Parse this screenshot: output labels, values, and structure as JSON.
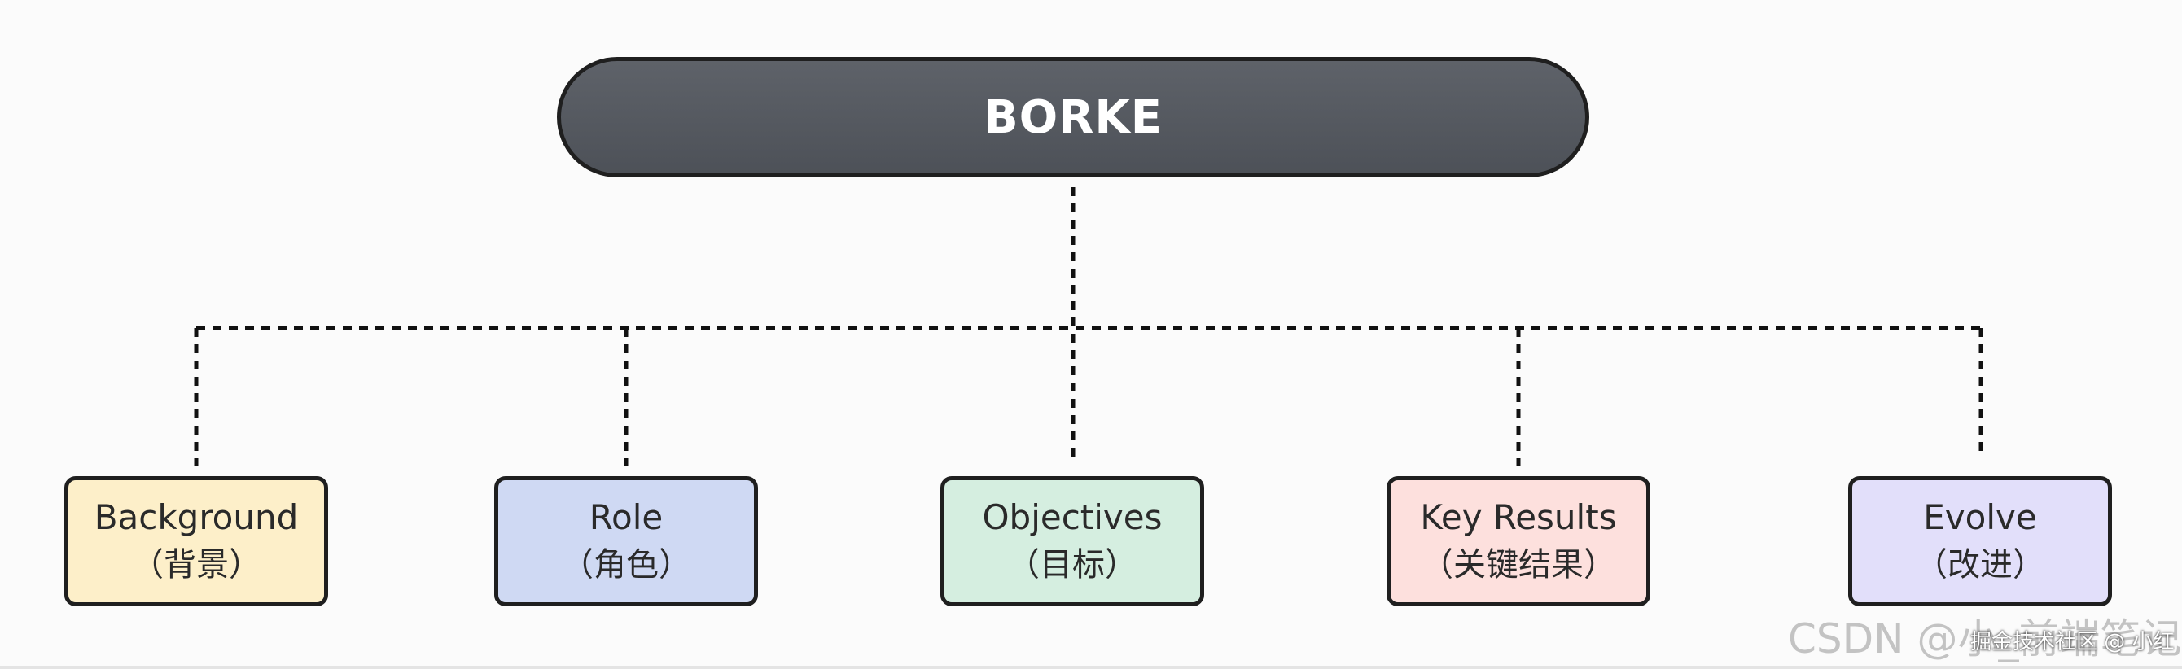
{
  "root": {
    "label": "BORKE",
    "color": "#55595f"
  },
  "children": [
    {
      "title": "Background",
      "subtitle": "（背景）",
      "color": "#fdefc9"
    },
    {
      "title": "Role",
      "subtitle": "（角色）",
      "color": "#cfd9f3"
    },
    {
      "title": "Objectives",
      "subtitle": "（目标）",
      "color": "#d5eee0"
    },
    {
      "title": "Key Results",
      "subtitle": "（关键结果）",
      "color": "#fde0dd"
    },
    {
      "title": "Evolve",
      "subtitle": "（改进）",
      "color": "#e2dffa"
    }
  ],
  "watermark": {
    "main": "CSDN @小_前端笔记",
    "overlay": "掘金技术社区 @ 小红"
  }
}
